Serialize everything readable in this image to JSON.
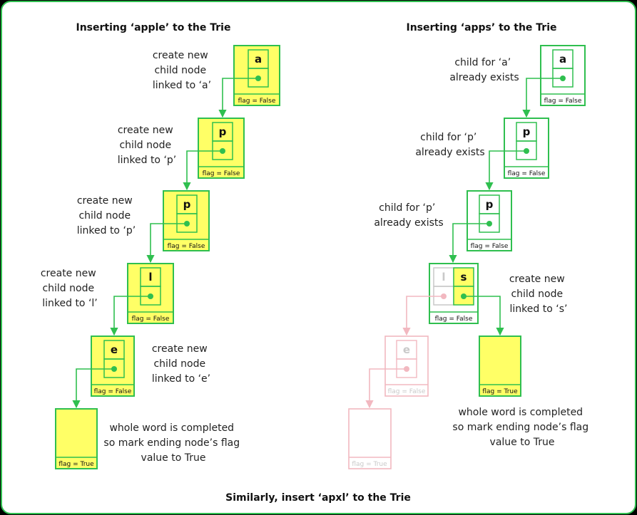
{
  "titles": {
    "left": "Inserting ‘apple’ to the Trie",
    "right": "Inserting ‘apps’ to the Trie",
    "bottom": "Similarly, insert ‘apxl’ to the Trie"
  },
  "flag_false": "flag = False",
  "flag_true": "flag = True",
  "letters": {
    "a": "a",
    "p1": "p",
    "p2": "p",
    "l": "l",
    "e": "e",
    "s": "s"
  },
  "left_notes": {
    "a": [
      "create new",
      "child node",
      "linked to ‘a’"
    ],
    "p1": [
      "create new",
      "child node",
      "linked to ‘p’"
    ],
    "p2": [
      "create new",
      "child node",
      "linked to ‘p’"
    ],
    "l": [
      "create new",
      "child node",
      "linked to ‘l’"
    ],
    "e": [
      "create new",
      "child node",
      "linked to ‘e’"
    ],
    "end": [
      "whole word is completed",
      "so mark ending node’s flag",
      "value to True"
    ]
  },
  "right_notes": {
    "a": [
      "child for ‘a’",
      "already exists"
    ],
    "p1": [
      "child for ‘p’",
      "already exists"
    ],
    "p2": [
      "child for ‘p’",
      "already exists"
    ],
    "s": [
      "create new",
      "child node",
      "linked to ‘s’"
    ],
    "end": [
      "whole word is completed",
      "so mark ending node’s flag",
      "value to True"
    ]
  },
  "colors": {
    "green": "#2fbf4f",
    "yellow": "#ffff66",
    "faded": "#f2b8c0"
  }
}
